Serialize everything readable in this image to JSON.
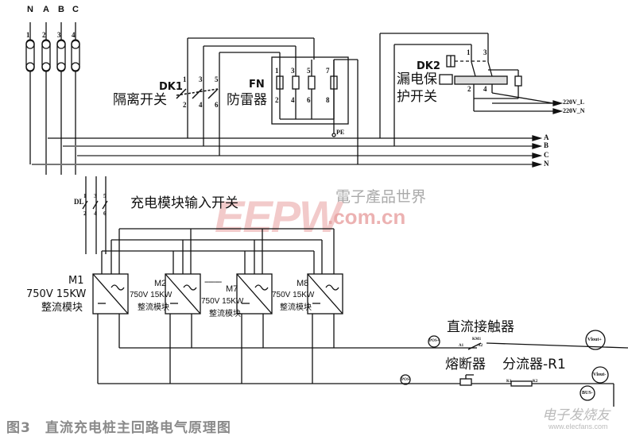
{
  "caption": "图3　直流充电桩主回路电气原理图",
  "input_terminals": {
    "labels": [
      "N",
      "A",
      "B",
      "C"
    ],
    "numbers": [
      "1",
      "2",
      "3",
      "4"
    ]
  },
  "dk1": {
    "name": "DK1",
    "label": "隔离开关",
    "top_pins": [
      "1",
      "3",
      "5"
    ],
    "bottom_pins": [
      "2",
      "4",
      "6"
    ]
  },
  "fn": {
    "name": "FN",
    "label": "防雷器",
    "top_pins": [
      "1",
      "3",
      "5",
      "7"
    ],
    "bottom_pins": [
      "2",
      "4",
      "6",
      "8"
    ],
    "ground": "PE"
  },
  "dk2": {
    "name": "DK2",
    "label_line1": "漏电保",
    "label_line2": "护开关",
    "top_pins": [
      "1",
      "3"
    ],
    "bottom_pins": [
      "2",
      "4"
    ],
    "outputs": [
      "220V_L",
      "220V_N"
    ]
  },
  "bus_outputs": [
    "A",
    "B",
    "C",
    "N"
  ],
  "dl": {
    "name": "DL",
    "label": "充电模块输入开关",
    "top_pins": [
      "1",
      "3",
      "5"
    ],
    "bottom_pins": [
      "2",
      "4",
      "6"
    ]
  },
  "modules": [
    {
      "name": "M1",
      "rating": "750V 15KW",
      "type": "整流模块"
    },
    {
      "name": "M2",
      "rating": "750V 15KW",
      "type": "整流模块"
    },
    {
      "name": "M7",
      "rating": "750V 15KW",
      "type": "整流模块"
    },
    {
      "name": "M8",
      "rating": "750V 15KW",
      "type": "整流模块"
    }
  ],
  "module_ellipsis": "--------",
  "dc_side": {
    "contactor_label": "直流接触器",
    "fuse_label": "熔断器",
    "shunt_label": "分流器-R1",
    "pos_meter": "POS+",
    "neg_meter": "POS-",
    "vout_pos": "Vlout+",
    "vout_neg": "Vlout-",
    "bus_neg": "BUS-",
    "contactor_pins": [
      "A1",
      "A2"
    ],
    "contactor_coil": "KM1",
    "shunt_pins": [
      "K1",
      "K2"
    ]
  },
  "watermarks": {
    "eepw": "EEPW",
    "eepw_cn": "電子產品世界",
    "eepw_url": ".com.cn",
    "elecfans": "电子发烧友",
    "elecfans_url": "www.elecfans.com"
  }
}
